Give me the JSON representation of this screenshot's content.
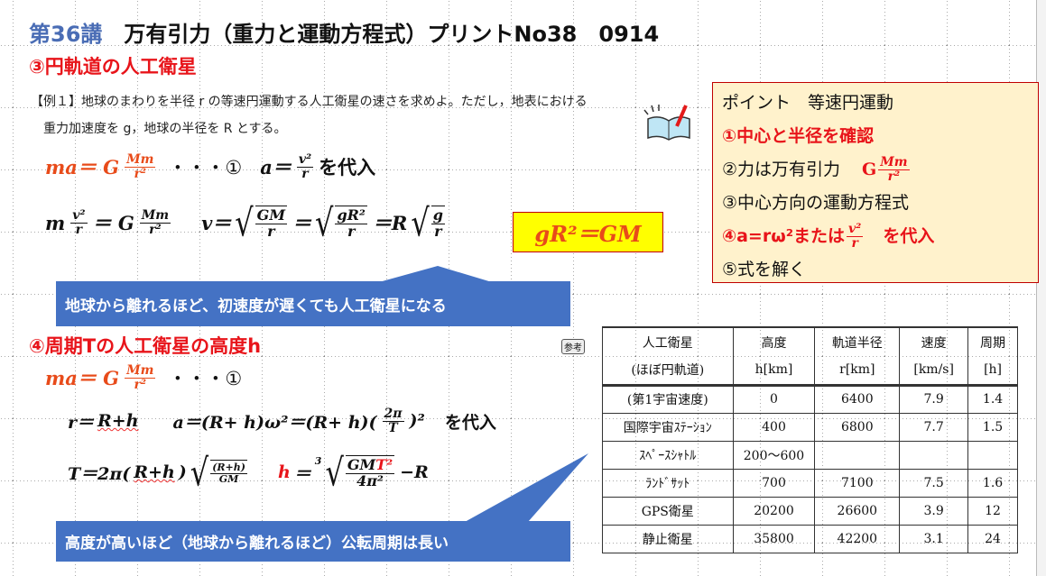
{
  "title": {
    "lecture": "第36講",
    "main": "万有引力（重力と運動方程式）プリントNo38　0914"
  },
  "section3": {
    "heading": "③円軌道の人工衛星",
    "example_line1": "【例１】地球のまわりを半径 r の等速円運動する人工衛星の速さを求めよ。ただし，地表における",
    "example_line2": "重力加速度を g，地球の半径を R とする。",
    "eq1": {
      "lhs": "ma＝ G",
      "num": "Mm",
      "den": "r²",
      "dots": "・・・①",
      "a": "a＝",
      "a_num": "v²",
      "a_den": "r",
      "subst": "を代入"
    },
    "eq2": {
      "m": "m",
      "l_num": "v²",
      "l_den": "r",
      "eq": "＝ G",
      "r_num": "Mm",
      "r_den": "r²",
      "v": "v＝",
      "s1_num": "GM",
      "s1_den": "r",
      "eq2": "＝",
      "s2_num": "gR²",
      "s2_den": "r",
      "eq3": "＝R",
      "s3_num": "g",
      "s3_den": "r"
    },
    "highlight": "gR²＝GM",
    "callout": "地球から離れるほど、初速度が遅くても人工衛星になる"
  },
  "point_box": {
    "title": "ポイント　等速円運動",
    "item1": "①中心と半径を確認",
    "item2": "②力は万有引力",
    "item2_G": "G",
    "item2_num": "Mm",
    "item2_den": "r²",
    "item3": "③中心方向の運動方程式",
    "item4a": "④a=rω²または",
    "item4_num": "v²",
    "item4_den": "r",
    "item4b": "を代入",
    "item5": "⑤式を解く"
  },
  "section4": {
    "heading": "④周期Tの人工衛星の高度h",
    "eq1": {
      "lhs": "ma＝ G",
      "num": "Mm",
      "den": "r²",
      "dots": "・・・①"
    },
    "eq2": {
      "r": "r＝",
      "rh": "R+h",
      "a": "a＝(R+ h)ω²＝(R+ h)(",
      "num": "2π",
      "den": "T",
      "close": ")²",
      "subst": "を代入"
    },
    "eq3": {
      "T": "T＝2π(",
      "rh": "R+h",
      "close": ")",
      "num": "(R+h)",
      "den": "GM",
      "h": "h",
      "eq": "＝",
      "idx": "3",
      "n1": "GM",
      "n2": "T²",
      "den2": "4π²",
      "minus": "−R"
    },
    "callout": "高度が高いほど（地球から離れるほど）公転周期は長い"
  },
  "reference_badge": "参考",
  "table": {
    "header1": [
      "人工衛星",
      "高度",
      "軌道半径",
      "速度",
      "周期"
    ],
    "header2": [
      "(ほぼ円軌道)",
      "h[km]",
      "r[km]",
      "[km/s]",
      "[h]"
    ],
    "rows": [
      [
        "(第1宇宙速度)",
        "0",
        "6400",
        "7.9",
        "1.4"
      ],
      [
        "国際宇宙ｽﾃｰｼｮﾝ",
        "400",
        "6800",
        "7.7",
        "1.5"
      ],
      [
        "ｽﾍﾟｰｽｼｬﾄﾙ",
        "200～600",
        "",
        "",
        ""
      ],
      [
        "ﾗﾝﾄﾞｻｯﾄ",
        "700",
        "7100",
        "7.5",
        "1.6"
      ],
      [
        "GPS衛星",
        "20200",
        "26600",
        "3.9",
        "12"
      ],
      [
        "静止衛星",
        "35800",
        "42200",
        "3.1",
        "24"
      ]
    ]
  },
  "colors": {
    "accent_blue": "#4472c4",
    "red": "#e8141a",
    "orange": "#e84b1a",
    "point_bg": "#fff2cc",
    "highlight_bg": "#ffff00"
  }
}
